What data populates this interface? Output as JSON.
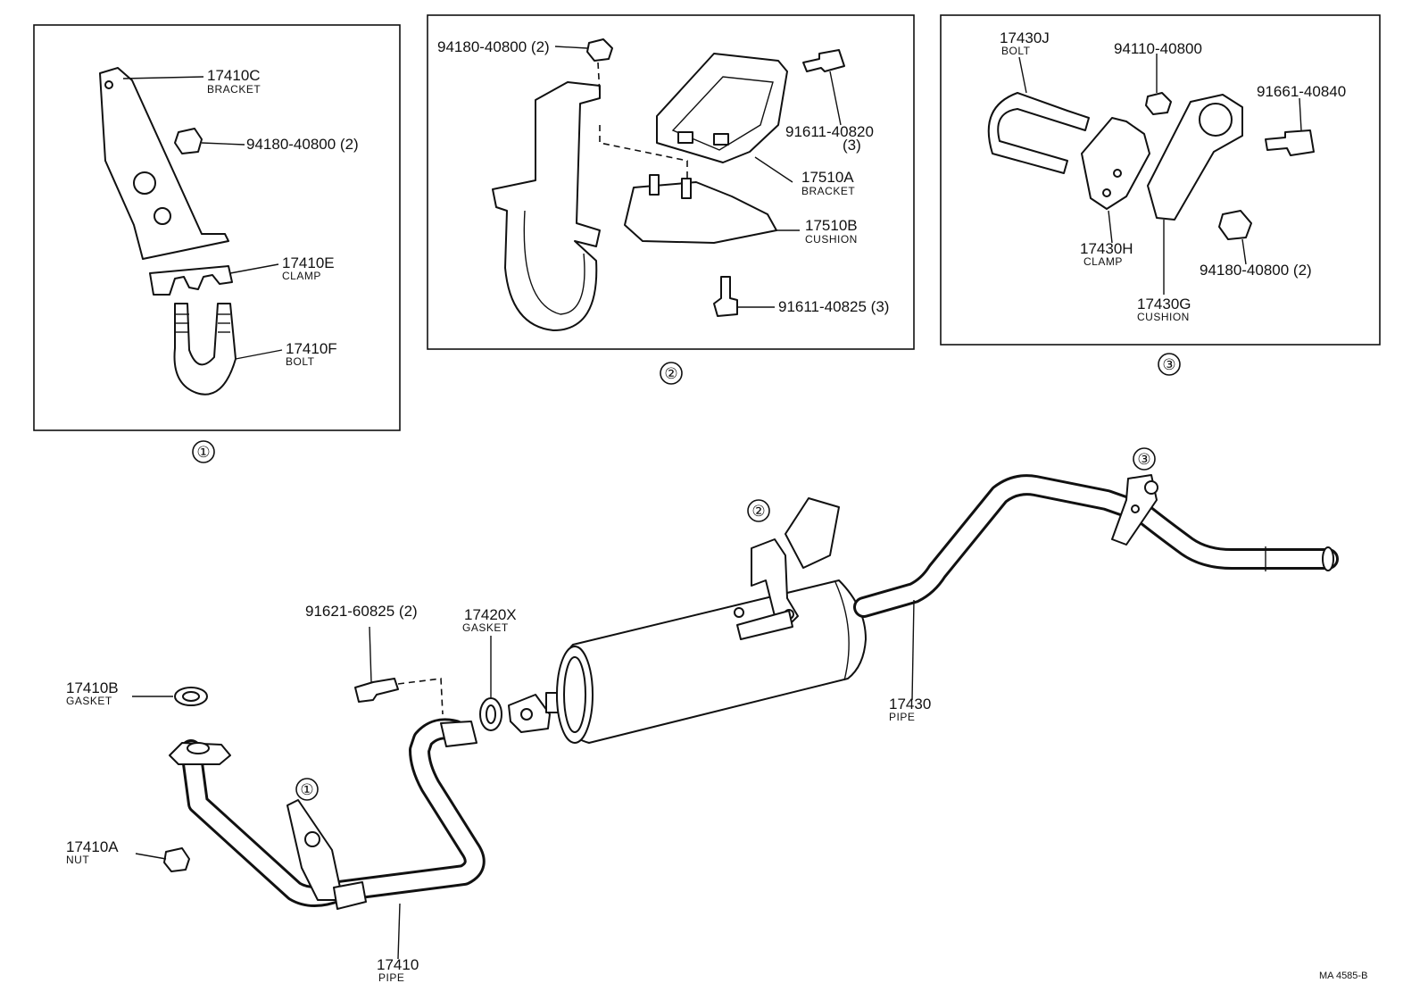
{
  "callouts": {
    "c1": {
      "part": "17410C",
      "name": "BRACKET"
    },
    "c2": {
      "part": "94180-40800 (2)"
    },
    "c3": {
      "part": "17410E",
      "name": "CLAMP"
    },
    "c4": {
      "part": "17410F",
      "name": "BOLT"
    },
    "c5": {
      "part": "94180-40800 (2)"
    },
    "c6": {
      "part": "91611-40820",
      "qty": "(3)"
    },
    "c7": {
      "part": "17510A",
      "name": "BRACKET"
    },
    "c8": {
      "part": "17510B",
      "name": "CUSHION"
    },
    "c9": {
      "part": "91611-40825 (3)"
    },
    "c10": {
      "part": "17430J",
      "name": "BOLT"
    },
    "c11": {
      "part": "94110-40800"
    },
    "c12": {
      "part": "91661-40840"
    },
    "c13": {
      "part": "17430H",
      "name": "CLAMP"
    },
    "c14": {
      "part": "94180-40800 (2)"
    },
    "c15": {
      "part": "17430G",
      "name": "CUSHION"
    },
    "c16": {
      "part": "91621-60825 (2)"
    },
    "c17": {
      "part": "17420X",
      "name": "GASKET"
    },
    "c18": {
      "part": "17410B",
      "name": "GASKET"
    },
    "c19": {
      "part": "17410A",
      "name": "NUT"
    },
    "c20": {
      "part": "17430",
      "name": "PIPE"
    },
    "c21": {
      "part": "17410",
      "name": "PIPE"
    }
  },
  "detail_markers": [
    "①",
    "②",
    "③"
  ],
  "drawing_code": "MA  4585-B"
}
